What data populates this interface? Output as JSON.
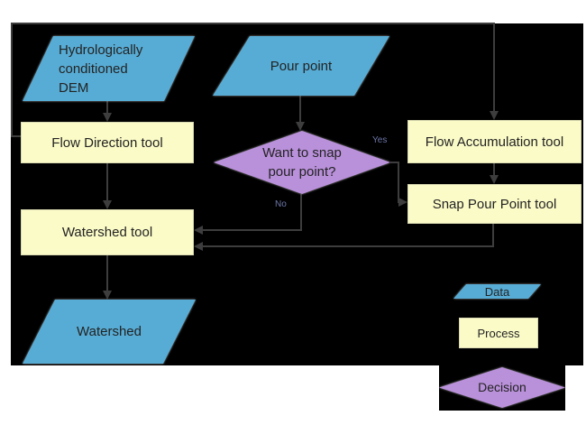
{
  "diagram": {
    "nodes": {
      "dem": {
        "label": "Hydrologically conditioned DEM",
        "type": "data"
      },
      "pour_point": {
        "label": "Pour point",
        "type": "data"
      },
      "flow_direction": {
        "label": "Flow Direction tool",
        "type": "process"
      },
      "flow_accumulation": {
        "label": "Flow Accumulation tool",
        "type": "process"
      },
      "decision": {
        "label": "Want to snap pour point?",
        "type": "decision"
      },
      "snap_pour_point": {
        "label": "Snap Pour Point tool",
        "type": "process"
      },
      "watershed_tool": {
        "label": "Watershed tool",
        "type": "process"
      },
      "watershed": {
        "label": "Watershed",
        "type": "data"
      }
    },
    "edge_labels": {
      "yes": "Yes",
      "no": "No"
    },
    "legend": {
      "data": {
        "label": "Data"
      },
      "process": {
        "label": "Process"
      },
      "decision": {
        "label": "Decision"
      }
    },
    "colors": {
      "background": "#ffffff",
      "panel": "#000000",
      "data_fill": "#57acd5",
      "process_fill": "#fbfbc8",
      "decision_fill": "#b990da",
      "connector": "#3d3d3d",
      "shape_text": "#232323",
      "edge_label_text": "#6d77a8"
    }
  }
}
